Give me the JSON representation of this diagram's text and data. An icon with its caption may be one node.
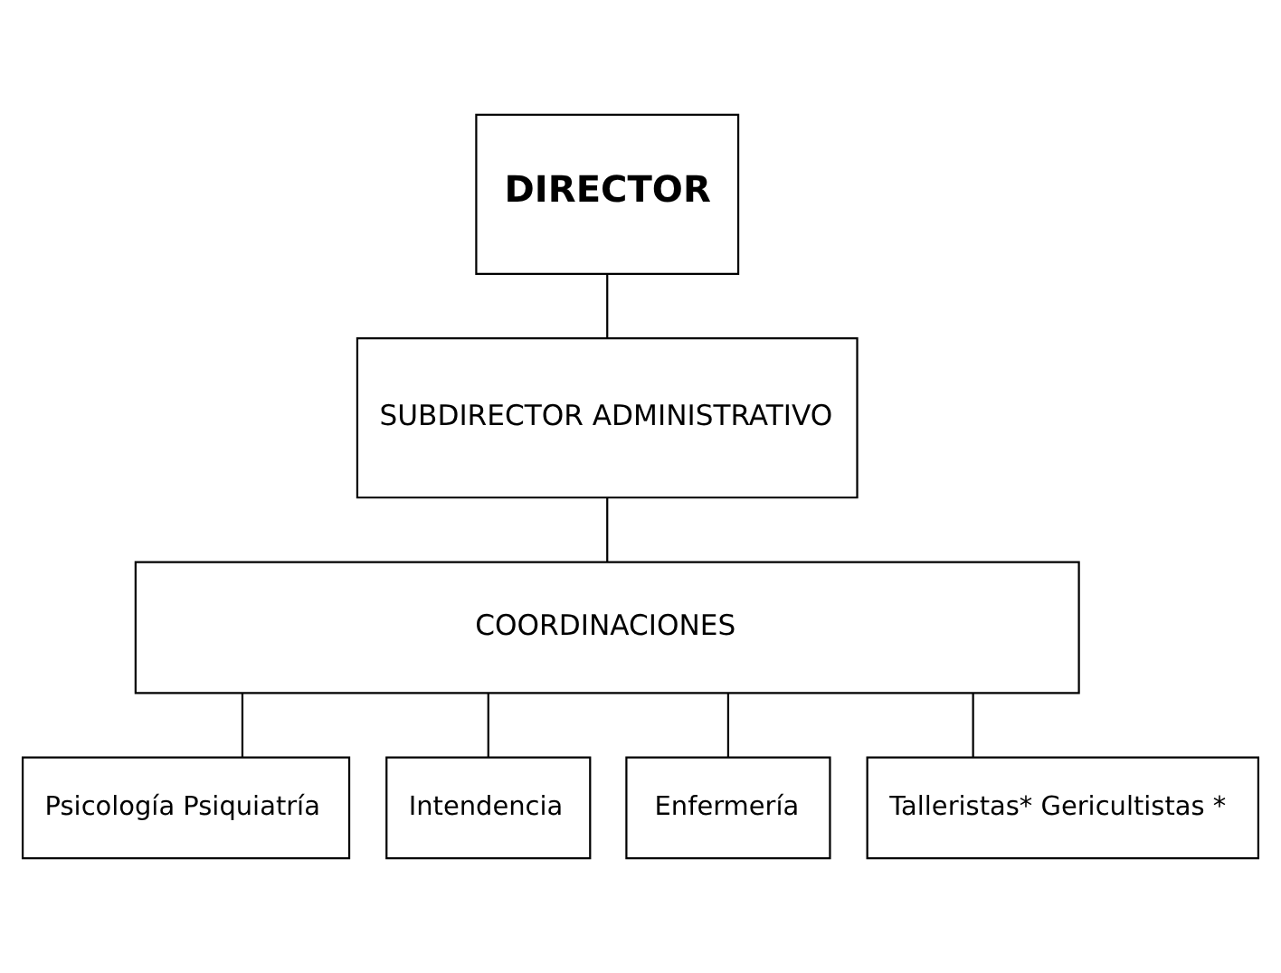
{
  "diagram": {
    "nodes": [
      {
        "text": [
          "DIRECTOR"
        ]
      },
      {
        "text": [
          "SUBDIRECTOR ADMINISTRATIVO"
        ]
      },
      {
        "text": [
          "COORDINACIONES"
        ]
      },
      {
        "text": [
          "Psicología Psiquiatría"
        ]
      },
      {
        "text": [
          "Intendencia"
        ]
      },
      {
        "text": [
          "Enfermería"
        ]
      },
      {
        "text": [
          "Talleristas* Gericultistas *"
        ]
      }
    ],
    "edges": [
      {
        "from": 0,
        "to": 1,
        "arrow": "none"
      },
      {
        "from": 1,
        "to": 2,
        "arrow": "none"
      },
      {
        "from": 2,
        "to": 3,
        "arrow": "none"
      },
      {
        "from": 2,
        "to": 4,
        "arrow": "none"
      },
      {
        "from": 2,
        "to": 5,
        "arrow": "none"
      },
      {
        "from": 2,
        "to": 6,
        "arrow": "none"
      }
    ]
  }
}
